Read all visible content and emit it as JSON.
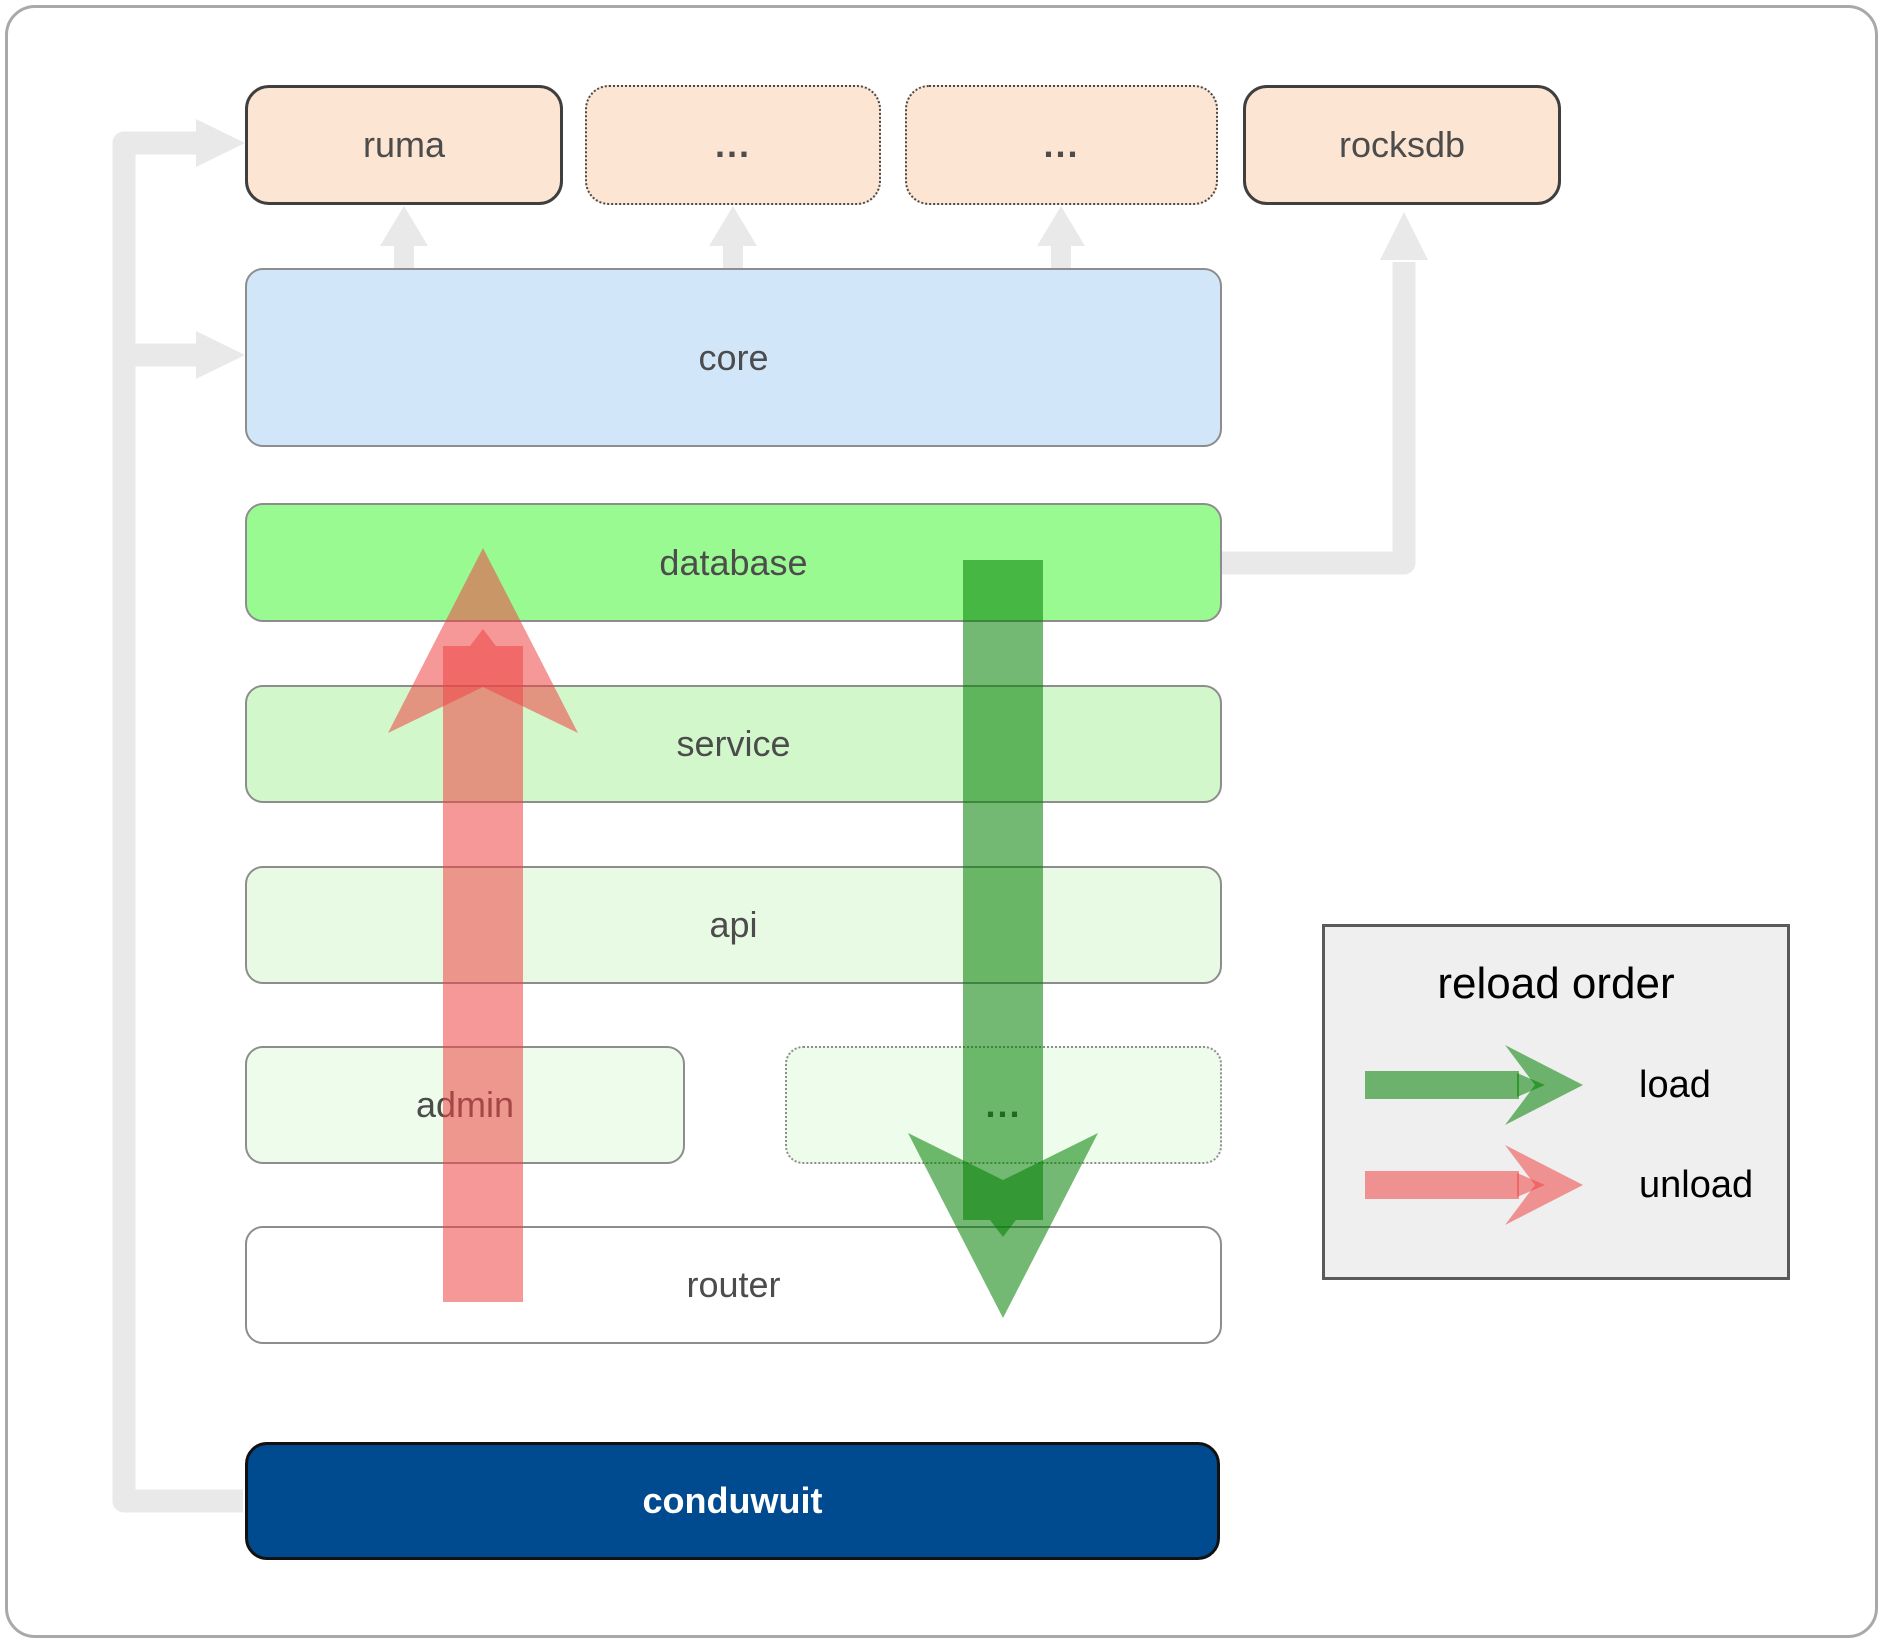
{
  "diagram": {
    "title_hint": "conduwuit crate architecture / reload order diagram",
    "nodes": {
      "ruma": "ruma",
      "external_1": "...",
      "external_2": "...",
      "rocksdb": "rocksdb",
      "core": "core",
      "database": "database",
      "service": "service",
      "api": "api",
      "admin": "admin",
      "admin_more": "...",
      "router": "router",
      "conduwuit": "conduwuit"
    },
    "legend": {
      "title": "reload order",
      "items": [
        {
          "label": "load",
          "color": "#008000"
        },
        {
          "label": "unload",
          "color": "#ee4444"
        }
      ]
    },
    "colors": {
      "external_box_fill": "#fce5d2",
      "core_fill": "#d2e6fa",
      "database_fill": "#9afa92",
      "service_fill": "#d2f7cb",
      "api_fill": "#e8fae3",
      "admin_fill": "#eefceb",
      "router_fill": "#ffffff",
      "conduwuit_fill": "#004a8f",
      "connector_gray": "#e9e9e9",
      "load_arrow": "#008000",
      "unload_arrow": "#ee4444",
      "label_text": "#4c4c4c"
    }
  }
}
